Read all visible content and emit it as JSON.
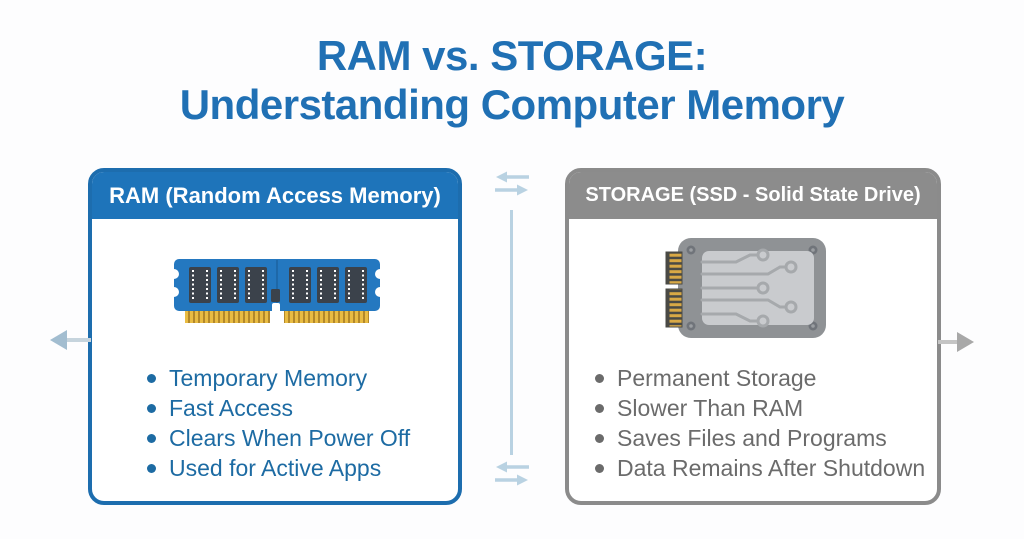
{
  "title": {
    "line1": "RAM vs. STORAGE:",
    "line2": "Understanding Computer Memory"
  },
  "ram_card": {
    "header": "RAM (Random Access Memory)",
    "icon": "ram-module-icon",
    "bullets": [
      "Temporary Memory",
      "Fast Access",
      "Clears When Power Off",
      "Used for Active Apps"
    ]
  },
  "storage_card": {
    "header": "STORAGE (SSD - Solid State Drive)",
    "icon": "ssd-drive-icon",
    "bullets": [
      "Permanent Storage",
      "Slower Than RAM",
      "Saves Files and Programs",
      "Data Remains After Shutdown"
    ]
  },
  "colors": {
    "title_blue": "#2070b4",
    "ram_header_bg": "#1e74ba",
    "ram_border": "#1d6dae",
    "ram_bullet_text": "#1d6ba3",
    "storage_header_bg": "#8c8c8c",
    "storage_border": "#8b8b8b",
    "storage_bullet_text": "#6b6b6b",
    "exchange_arrows": "#b9d2e2",
    "left_side_arrow": "#a2bdd0",
    "right_side_arrow": "#a8a8a8"
  }
}
